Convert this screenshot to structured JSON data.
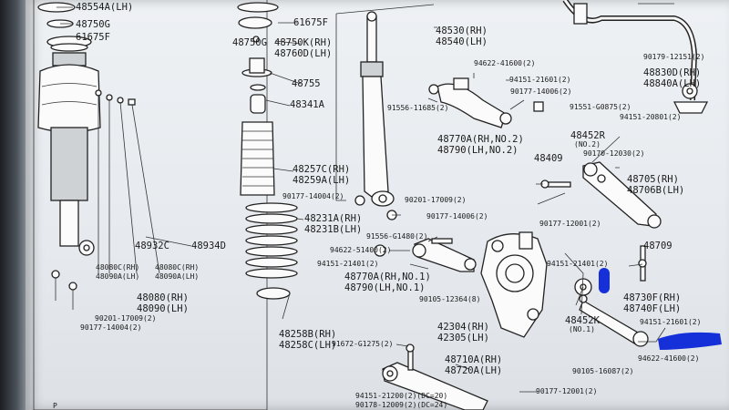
{
  "labels": {
    "l48554A": "48554A(LH)",
    "l48750G_top": "48750G",
    "l61675F_top": "61675F",
    "l61675F_mid": "61675F",
    "l48750G_mid": "48750G",
    "l48750K": "48750K(RH)",
    "l48760D": "48760D(LH)",
    "l48755": "48755",
    "l48341A": "48341A",
    "l48257C": "48257C(RH)",
    "l48259A": "48259A(LH)",
    "l90177_14004_c": "90177-14004(2)",
    "l90201_17009_c": "90201-17009(2)",
    "l48231A": "48231A(RH)",
    "l48231B": "48231B(LH)",
    "l48932C": "48932C",
    "l48934D": "48934D",
    "l48080C_l": "48080C(RH)",
    "l48090A_l": "48090A(LH)",
    "l48080C_r": "48080C(RH)",
    "l48090A_r": "48090A(LH)",
    "l48080": "48080(RH)",
    "l48090": "48090(LH)",
    "l90201_17009_l": "90201-17009(2)",
    "l90177_14004_l": "90177-14004(2)",
    "l48258B": "48258B(RH)",
    "l48258C": "48258C(LH)",
    "l48530": "48530(RH)",
    "l48540": "48540(LH)",
    "l94622_41600_t": "94622-41600(2)",
    "l94151_21601_t": "94151-21601(2)",
    "l90177_14006_t": "90177-14006(2)",
    "l91556_11685": "91556-11685(2)",
    "l48770A_no2": "48770A(RH,NO.2)",
    "l48790_no2": "48790(LH,NO.2)",
    "l90179_12151": "90179-12151(2)",
    "l48830D": "48830D(RH)",
    "l48840A": "48840A(LH)",
    "l91551_G0875": "91551-G0875(2)",
    "l94151_20801": "94151-20801(2)",
    "l48452R": "48452R",
    "l48452R_no": "(NO.2)",
    "l90170_12030": "90170-12030(2)",
    "l48409": "48409",
    "l48705": "48705(RH)",
    "l48706B": "48706B(LH)",
    "l90177_14006_m": "90177-14006(2)",
    "l90177_12001_m": "90177-12001(2)",
    "l48709": "48709",
    "l91556_G1480": "91556-G1480(2)",
    "l94622_51400": "94622-51400(2)",
    "l94151_21401_l": "94151-21401(2)",
    "l48770A_no1": "48770A(RH,NO.1)",
    "l48790_no1": "48790(LH,NO.1)",
    "l94151_21401_r": "94151-21401(2)",
    "l90105_12364": "90105-12364(8)",
    "l48730F": "48730F(RH)",
    "l48740F": "48740F(LH)",
    "l48452K": "48452K",
    "l48452K_no": "(NO.1)",
    "l94151_21601_b": "94151-21601(2)",
    "l42304": "42304(RH)",
    "l42305": "42305(LH)",
    "l91672_G1275": "91672-G1275(2)",
    "l48710A": "48710A(RH)",
    "l48720A": "48720A(LH)",
    "l90105_16087": "90105-16087(2)",
    "l94622_41600_b": "94622-41600(2)",
    "l90177_12001_b": "90177-12001(2)",
    "l94151_21200": "94151-21200(2)(DC=20)",
    "l90178_12009": "90178-12009(2)(DC=24)",
    "lP": "P"
  },
  "colors": {
    "marker": "#1530d8",
    "ink": "#1a1a1a",
    "paper": "#eef1f4"
  }
}
